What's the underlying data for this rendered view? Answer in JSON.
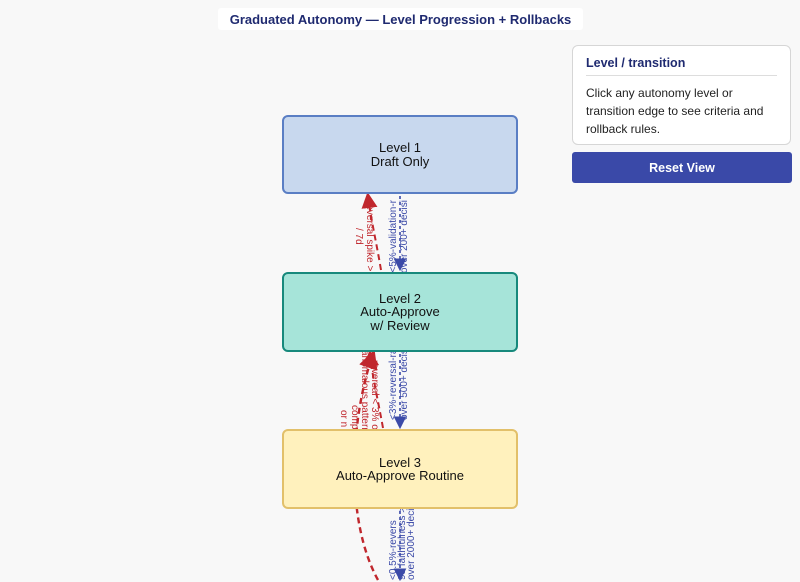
{
  "title": "Graduated Autonomy — Level Progression + Rollbacks",
  "nodes": [
    {
      "line1": "Level 1",
      "line2": "Draft Only",
      "line3": ""
    },
    {
      "line1": "Level 2",
      "line2": "Auto-Approve",
      "line3": "w/ Review"
    },
    {
      "line1": "Level 3",
      "line2": "Auto-Approve Routine",
      "line3": ""
    }
  ],
  "edge_labels": {
    "l2_l1_a": "reversal spike > 5%",
    "l2_l1_b": "/ 7d",
    "l1_l2_a": "<5%-validation-r",
    "l1_l2_b": "over 200+ decisi",
    "l3_l2_a": "reversal < 3% or",
    "l3_l2_b": "anomalous pattern",
    "l3_l2_c": "comp",
    "l3_l2_d": "or n",
    "l2_l3_a": "<3%-reversal-ra",
    "l2_l3_b": "over 500+ decisi",
    "l3_l4_a": "<0.5%-revers",
    "l3_l4_b": "95 faithfulness >",
    "l3_l4_c": "over 2000+ deci"
  },
  "panel": {
    "title": "Level / transition",
    "body": "Click any autonomy level or transition edge to see criteria and rollback rules."
  },
  "reset_label": "Reset View",
  "colors": {
    "rollback": "#c0272d",
    "promotion": "#3b4aa8",
    "accent": "#3a49a8"
  }
}
